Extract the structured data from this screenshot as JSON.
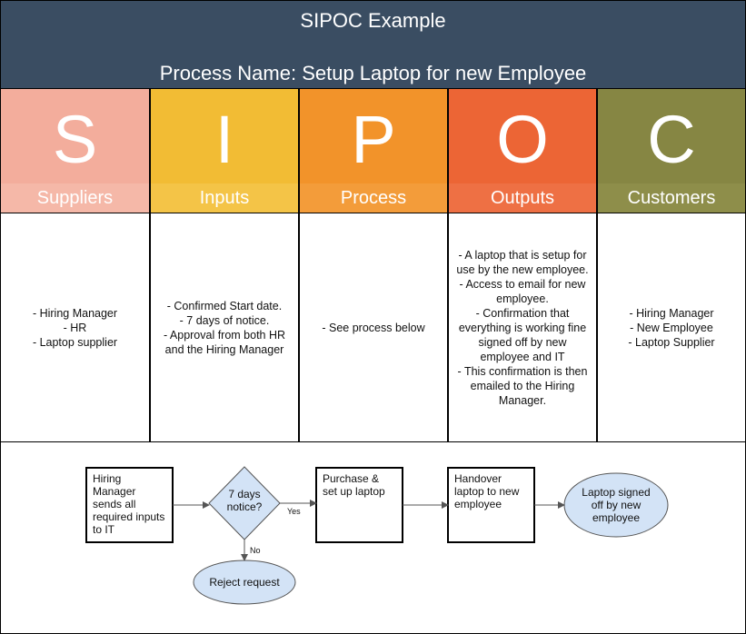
{
  "header": {
    "title": "SIPOC Example",
    "process_name": "Process Name: Setup Laptop for new Employee"
  },
  "columns": [
    {
      "letter": "S",
      "label": "Suppliers",
      "color": "#f3ad9c",
      "band_color": "#f5b8a8",
      "items": [
        "- Hiring Manager",
        "- HR",
        "- Laptop supplier"
      ]
    },
    {
      "letter": "I",
      "label": "Inputs",
      "color": "#f2bc34",
      "band_color": "#f4c447",
      "items": [
        "- Confirmed Start date.",
        "- 7 days of notice.",
        "- Approval from both HR",
        "and the Hiring Manager"
      ]
    },
    {
      "letter": "P",
      "label": "Process",
      "color": "#f2932a",
      "band_color": "#f39c3a",
      "items": [
        "- See process below"
      ]
    },
    {
      "letter": "O",
      "label": "Outputs",
      "color": "#ec6535",
      "band_color": "#ee7044",
      "items": [
        "- A laptop that is setup for",
        "use by the new employee.",
        "- Access to email for new",
        "employee.",
        "- Confirmation that",
        "everything is working fine",
        "signed off by new",
        "employee and IT",
        "- This confirmation is then",
        "emailed to the Hiring",
        "Manager."
      ]
    },
    {
      "letter": "C",
      "label": "Customers",
      "color": "#868643",
      "band_color": "#8e8e4a",
      "items": [
        "- Hiring Manager",
        "- New Employee",
        "- Laptop Supplier"
      ]
    }
  ],
  "flow": {
    "node1": [
      "Hiring",
      "Manager",
      "sends all",
      "required inputs",
      "to IT"
    ],
    "decision": [
      "7 days",
      "notice?"
    ],
    "yes_label": "Yes",
    "no_label": "No",
    "node2": [
      "Purchase &",
      "set up laptop"
    ],
    "node3": [
      "Handover",
      "laptop to new",
      "employee"
    ],
    "end_node": [
      "Laptop signed",
      "off by new",
      "employee"
    ],
    "reject_node": [
      "Reject request"
    ],
    "ellipse_fill": "#d3e3f6",
    "diamond_fill": "#d3e3f6"
  }
}
